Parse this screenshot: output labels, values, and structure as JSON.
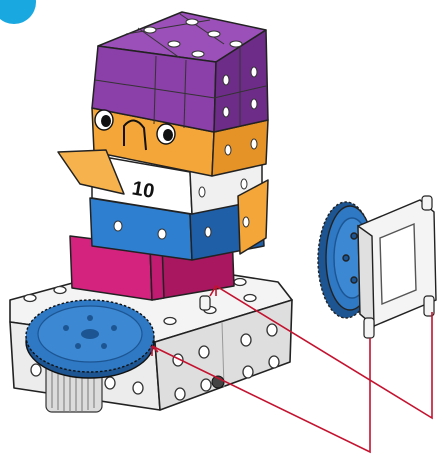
{
  "diagram": {
    "robot_number": "10",
    "step_badge_color": "#1aa8e0",
    "colors": {
      "head": "#8b3fa8",
      "head_dark": "#6d2c88",
      "face": "#f4a638",
      "face_dark": "#d98a1e",
      "belly": "#ffffff",
      "band": "#2f7fd0",
      "band_dark": "#1f5fa8",
      "legs": "#d4237f",
      "legs_dark": "#a8175f",
      "base": "#f2f2f2",
      "base_dark": "#cfcfcf",
      "gear": "#2e78c4",
      "gear_dark": "#1c5592",
      "guide_lines": "#c4122f",
      "outline": "#222222"
    },
    "parts": [
      "penguin-robot",
      "base-block",
      "large-gear",
      "side-gear-with-frame",
      "connector-pins"
    ]
  }
}
